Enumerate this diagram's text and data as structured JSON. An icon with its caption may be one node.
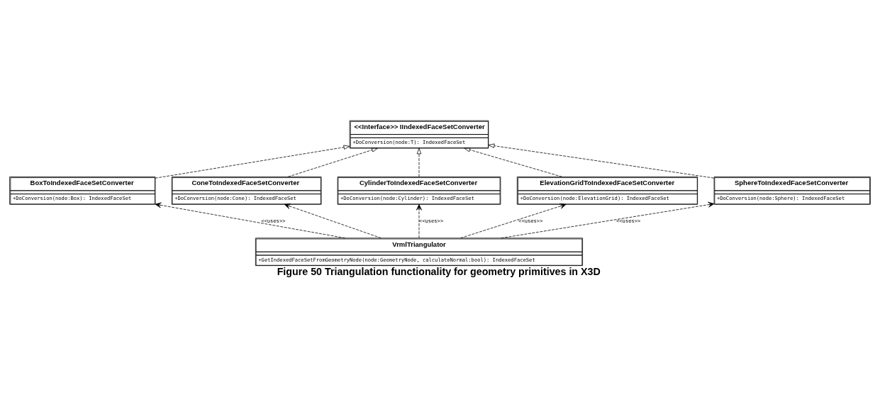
{
  "diagram": {
    "caption": "Figure 50 Triangulation functionality for geometry primitives in X3D",
    "nodes": [
      {
        "text": [
          "<<Interface>> IIndexedFaceSetConverter",
          "+DoConversion(node:T): IndexedFaceSet"
        ]
      },
      {
        "text": [
          "BoxToIndexedFaceSetConverter",
          "+DoConversion(node:Box): IndexedFaceSet"
        ]
      },
      {
        "text": [
          "ConeToIndexedFaceSetConverter",
          "+DoConversion(node:Cone): IndexedFaceSet"
        ]
      },
      {
        "text": [
          "CylinderToIndexedFaceSetConverter",
          "+DoConversion(node:Cylinder): IndexedFaceSet"
        ]
      },
      {
        "text": [
          "ElevationGridToIndexedFaceSetConverter",
          "+DoConversion(node:ElevationGrid): IndexedFaceSet"
        ]
      },
      {
        "text": [
          "SphereToIndexedFaceSetConverter",
          "+DoConversion(node:Sphere): IndexedFaceSet"
        ]
      },
      {
        "text": [
          "VrmlTriangulator",
          "+GetIndexedFaceSetFromGeometryNode(node:GeometryNode, calculateNormal:bool): IndexedFaceSet"
        ]
      }
    ],
    "edges": [
      {
        "from": 1,
        "to": 0,
        "arrow": "to",
        "style": "dashed"
      },
      {
        "from": 4,
        "to": 0,
        "arrow": "to",
        "style": "dashed"
      },
      {
        "from": 2,
        "to": 0,
        "arrow": "to",
        "style": "dashed"
      },
      {
        "from": 5,
        "to": 0,
        "arrow": "to",
        "style": "dashed"
      },
      {
        "from": 3,
        "to": 0,
        "arrow": "to",
        "style": "dashed"
      },
      {
        "from": 6,
        "to": 4,
        "arrow": "to",
        "style": "dashed",
        "label": "<<uses>>"
      },
      {
        "from": 6,
        "to": 5,
        "arrow": "to",
        "style": "dashed",
        "label": "<<uses>>"
      },
      {
        "from": 6,
        "to": 2,
        "arrow": "to",
        "style": "dashed"
      },
      {
        "from": 6,
        "to": 1,
        "arrow": "to",
        "style": "dashed",
        "label": "<<uses>>"
      },
      {
        "from": 6,
        "to": 3,
        "arrow": "to",
        "style": "dashed",
        "label": "<<uses>>"
      }
    ]
  }
}
